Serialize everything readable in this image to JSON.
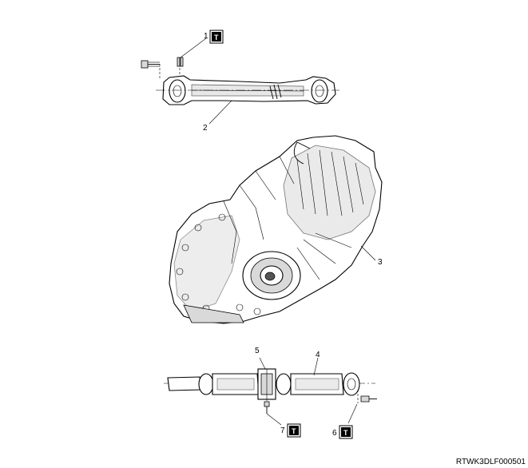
{
  "callouts": {
    "c1": "1",
    "c2": "2",
    "c3": "3",
    "c4": "4",
    "c5": "5",
    "c6": "6",
    "c7": "7"
  },
  "torque_badge": {
    "glyph": "T",
    "icon": "torque-wrench-icon",
    "color": "#000000"
  },
  "figure_code": "RTWK3DLF000501"
}
